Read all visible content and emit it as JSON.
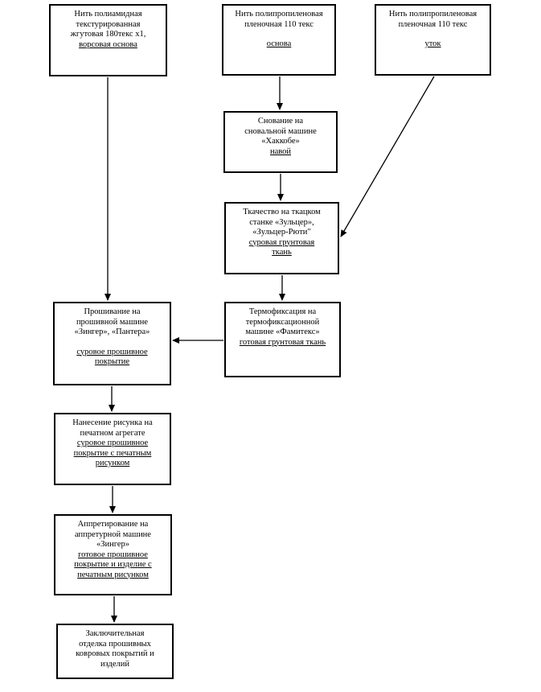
{
  "diagram": {
    "nodes": {
      "yarn_pa": {
        "lines": [
          "Нить полиамидная",
          "текстурированная",
          "жгутовая 180текс х1,"
        ],
        "underlined": [
          "ворсовая основа"
        ]
      },
      "yarn_pp_warp": {
        "lines": [
          "Нить полипропиленовая",
          "пленочная 110 текс"
        ],
        "underlined": [
          "основа"
        ]
      },
      "yarn_pp_weft": {
        "lines": [
          "Нить полипропиленовая",
          "пленочная 110 текс"
        ],
        "underlined": [
          "уток"
        ]
      },
      "warping": {
        "lines": [
          "Снование на",
          "сновальной машине",
          "«Хаккобе»"
        ],
        "underlined": [
          "навой"
        ]
      },
      "weaving": {
        "lines": [
          "Ткачество на ткацком",
          "станке «Зульцер»,",
          "«Зульцер-Рюти\""
        ],
        "underlined": [
          "суровая грунтовая",
          "ткань"
        ]
      },
      "thermofix": {
        "lines": [
          "Термофиксация на",
          "термофиксационной",
          "машине «Фамитекс»"
        ],
        "underlined": [
          "готовая грунтовая ткань"
        ]
      },
      "tufting": {
        "lines": [
          "Прошивание на",
          "прошивной машине",
          "«Зингер», «Пантера»"
        ],
        "underlined": [
          "суровое прошивное",
          "покрытие"
        ]
      },
      "printing": {
        "lines": [
          "Нанесение рисунка на",
          "печатном агрегате"
        ],
        "underlined": [
          "суровое прошивное",
          "покрытие с печатным",
          "рисунком"
        ]
      },
      "finishing": {
        "lines": [
          "Аппретирование на",
          "аппретурной машине",
          "«Зингер»"
        ],
        "underlined": [
          "готовое прошивное",
          "покрытие и изделие  с",
          "печатным рисунком"
        ]
      },
      "final": {
        "lines": [
          "Заключительная",
          "отделка прошивных",
          "ковровых покрытий и",
          "изделий"
        ],
        "underlined": []
      }
    },
    "edges": [
      [
        "yarn_pp_warp",
        "warping"
      ],
      [
        "warping",
        "weaving"
      ],
      [
        "yarn_pp_weft",
        "weaving"
      ],
      [
        "weaving",
        "thermofix"
      ],
      [
        "yarn_pa",
        "tufting"
      ],
      [
        "thermofix",
        "tufting"
      ],
      [
        "tufting",
        "printing"
      ],
      [
        "printing",
        "finishing"
      ],
      [
        "finishing",
        "final"
      ]
    ]
  }
}
